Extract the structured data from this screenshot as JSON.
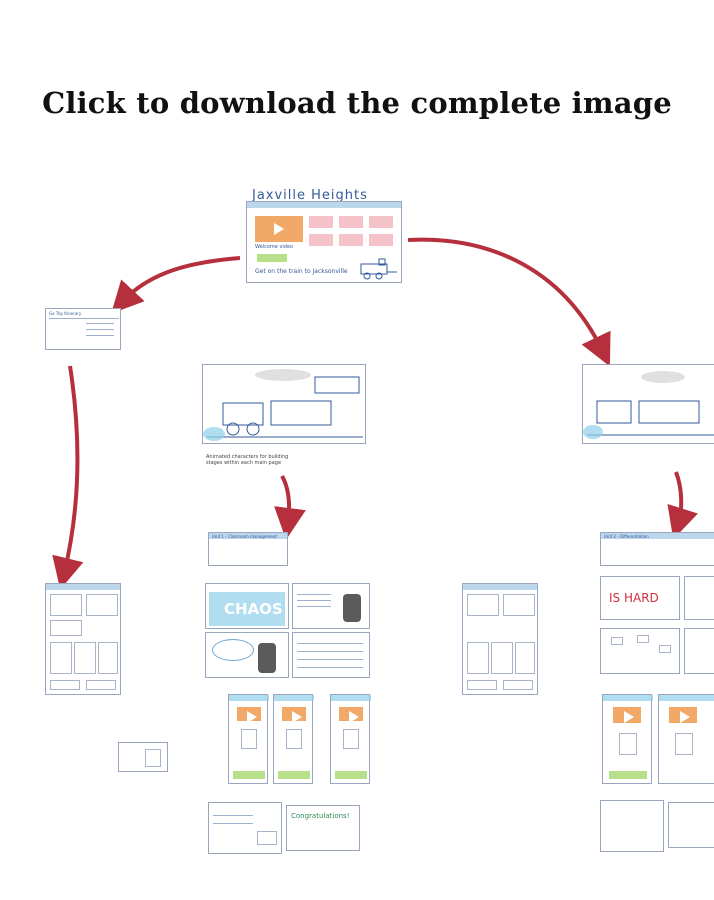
{
  "headline": "Click to download the complete image",
  "main_sketch": {
    "title": "Jaxville Heights",
    "video_caption": "Welcome video",
    "footer_text": "Get on the train to Jacksonville"
  },
  "left_small": {
    "title": "Go Trip Itinerary"
  },
  "chaos_label": "CHAOS",
  "hard_label": "IS HARD",
  "congrats_label": "Congratulations!",
  "unit_header": "Unit 1 - Classroom management",
  "unit_header_right": "Unit 2 - Differentiation",
  "train_note": "Animated characters for building stages within each main page",
  "colors": {
    "arrow": "#b5303c",
    "sketch_ink": "#355a9a"
  }
}
